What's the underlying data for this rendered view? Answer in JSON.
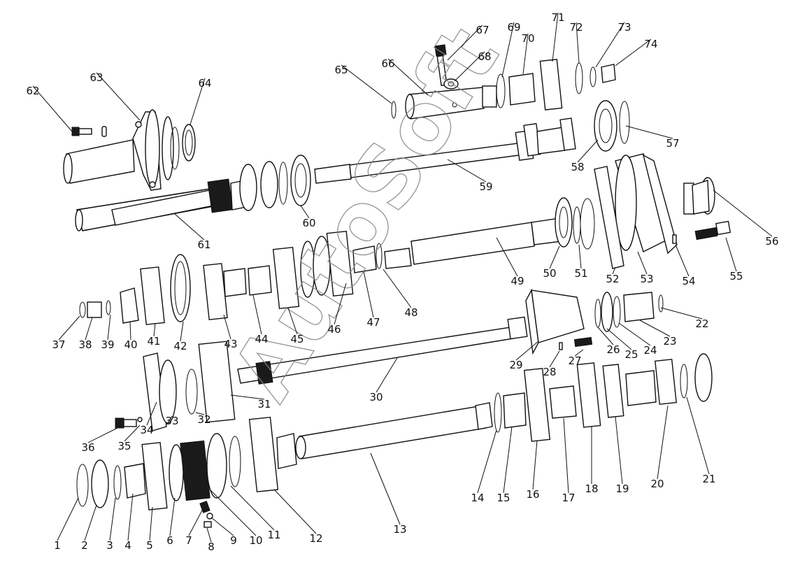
{
  "watermark": "AutoSoft",
  "callouts": [
    {
      "id": "1",
      "label": "1"
    },
    {
      "id": "2",
      "label": "2"
    },
    {
      "id": "3",
      "label": "3"
    },
    {
      "id": "4",
      "label": "4"
    },
    {
      "id": "5",
      "label": "5"
    },
    {
      "id": "6",
      "label": "6"
    },
    {
      "id": "7",
      "label": "7"
    },
    {
      "id": "8",
      "label": "8"
    },
    {
      "id": "9",
      "label": "9"
    },
    {
      "id": "10",
      "label": "10"
    },
    {
      "id": "11",
      "label": "11"
    },
    {
      "id": "12",
      "label": "12"
    },
    {
      "id": "13",
      "label": "13"
    },
    {
      "id": "14",
      "label": "14"
    },
    {
      "id": "15",
      "label": "15"
    },
    {
      "id": "16",
      "label": "16"
    },
    {
      "id": "17",
      "label": "17"
    },
    {
      "id": "18",
      "label": "18"
    },
    {
      "id": "19",
      "label": "19"
    },
    {
      "id": "20",
      "label": "20"
    },
    {
      "id": "21",
      "label": "21"
    },
    {
      "id": "22",
      "label": "22"
    },
    {
      "id": "23",
      "label": "23"
    },
    {
      "id": "24",
      "label": "24"
    },
    {
      "id": "25",
      "label": "25"
    },
    {
      "id": "26",
      "label": "26"
    },
    {
      "id": "27",
      "label": "27"
    },
    {
      "id": "28",
      "label": "28"
    },
    {
      "id": "29",
      "label": "29"
    },
    {
      "id": "30",
      "label": "30"
    },
    {
      "id": "31",
      "label": "31"
    },
    {
      "id": "32",
      "label": "32"
    },
    {
      "id": "33",
      "label": "33"
    },
    {
      "id": "34",
      "label": "34"
    },
    {
      "id": "35",
      "label": "35"
    },
    {
      "id": "36",
      "label": "36"
    },
    {
      "id": "37",
      "label": "37"
    },
    {
      "id": "38",
      "label": "38"
    },
    {
      "id": "39",
      "label": "39"
    },
    {
      "id": "40",
      "label": "40"
    },
    {
      "id": "41",
      "label": "41"
    },
    {
      "id": "42",
      "label": "42"
    },
    {
      "id": "43",
      "label": "43"
    },
    {
      "id": "44",
      "label": "44"
    },
    {
      "id": "45",
      "label": "45"
    },
    {
      "id": "46",
      "label": "46"
    },
    {
      "id": "47",
      "label": "47"
    },
    {
      "id": "48",
      "label": "48"
    },
    {
      "id": "49",
      "label": "49"
    },
    {
      "id": "50",
      "label": "50"
    },
    {
      "id": "51",
      "label": "51"
    },
    {
      "id": "52",
      "label": "52"
    },
    {
      "id": "53",
      "label": "53"
    },
    {
      "id": "54",
      "label": "54"
    },
    {
      "id": "55",
      "label": "55"
    },
    {
      "id": "56",
      "label": "56"
    },
    {
      "id": "57",
      "label": "57"
    },
    {
      "id": "58",
      "label": "58"
    },
    {
      "id": "59",
      "label": "59"
    },
    {
      "id": "60",
      "label": "60"
    },
    {
      "id": "61",
      "label": "61"
    },
    {
      "id": "62",
      "label": "62"
    },
    {
      "id": "63",
      "label": "63"
    },
    {
      "id": "64",
      "label": "64"
    },
    {
      "id": "65",
      "label": "65"
    },
    {
      "id": "66",
      "label": "66"
    },
    {
      "id": "67",
      "label": "67"
    },
    {
      "id": "68",
      "label": "68"
    },
    {
      "id": "69",
      "label": "69"
    },
    {
      "id": "70",
      "label": "70"
    },
    {
      "id": "71",
      "label": "71"
    },
    {
      "id": "72",
      "label": "72"
    },
    {
      "id": "73",
      "label": "73"
    },
    {
      "id": "74",
      "label": "74"
    }
  ]
}
